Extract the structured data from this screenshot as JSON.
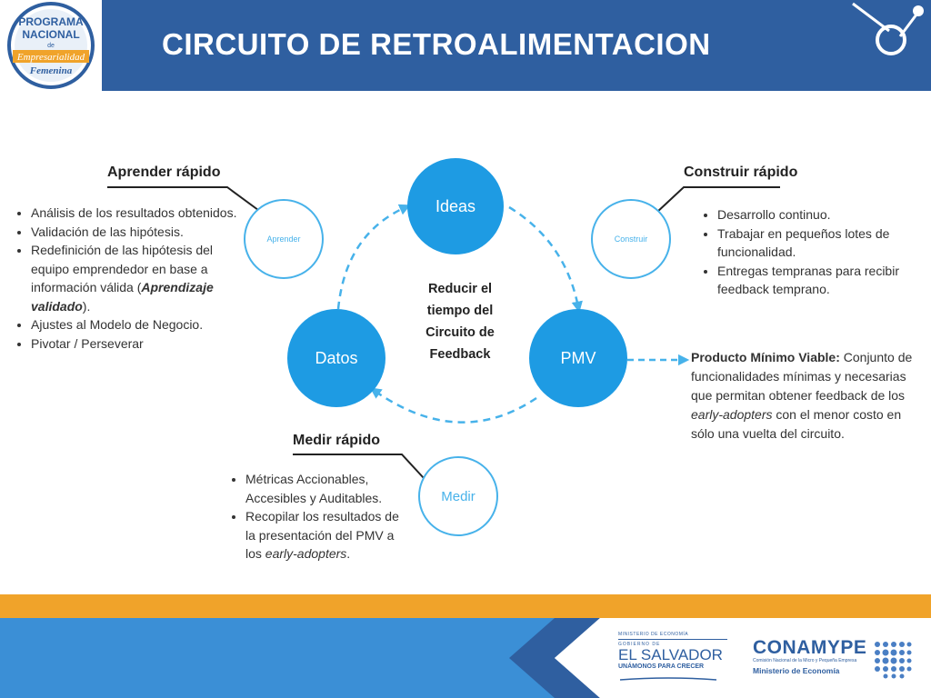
{
  "header": {
    "title": "CIRCUITO DE RETROALIMENTACION",
    "logo_lines": [
      "PROGRAMA",
      "NACIONAL",
      "de",
      "Empresarialidad",
      "Femenina"
    ],
    "colors": {
      "header_bg": "#2f5fa0",
      "accent_blue": "#1e9be3",
      "orange": "#f0a32a"
    }
  },
  "cycle": {
    "ideas": "Ideas",
    "pmv": "PMV",
    "datos": "Datos",
    "center_text": [
      "Reducir el",
      "tiempo del",
      "Circuito de",
      "Feedback"
    ]
  },
  "satellites": {
    "aprender": "Aprender",
    "construir": "Construir",
    "medir": "Medir"
  },
  "aprender": {
    "title": "Aprender rápido",
    "items": [
      "Análisis de los resultados obtenidos.",
      "Validación de las hipótesis.",
      "Redefinición de las hipótesis del equipo emprendedor en base a información válida (",
      "Ajustes al Modelo de Negocio.",
      "Pivotar / Perseverar"
    ],
    "emphasis": "Aprendizaje validado",
    "emphasis_suffix": ")."
  },
  "construir": {
    "title": "Construir rápido",
    "items": [
      "Desarrollo continuo.",
      "Trabajar en pequeños lotes de funcionalidad.",
      "Entregas tempranas para recibir feedback temprano."
    ]
  },
  "medir": {
    "title": "Medir rápido",
    "item1": "Métricas Accionables, Accesibles y Auditables.",
    "item2_prefix": "Recopilar los resultados de la presentación del PMV a los ",
    "item2_em": "early-adopters",
    "item2_suffix": "."
  },
  "pmv_desc": {
    "title": "Producto Mínimo Viable:",
    "text1": " Conjunto de funcionalidades mínimas y necesarias que permitan obtener feedback de los ",
    "em": "early-adopters",
    "text2": " con el menor costo en sólo una vuelta del circuito."
  },
  "footer": {
    "gov_small": "MINISTERIO DE ECONOMÍA",
    "gov_label": "GOBIERNO DE",
    "gov_name": "EL SALVADOR",
    "gov_slogan": "UNÁMONOS PARA CRECER",
    "conamype": "CONAMYPE",
    "conamype_sub": "Comisión Nacional de la Micro y Pequeña Empresa",
    "ministerio": "Ministerio de Economía"
  }
}
